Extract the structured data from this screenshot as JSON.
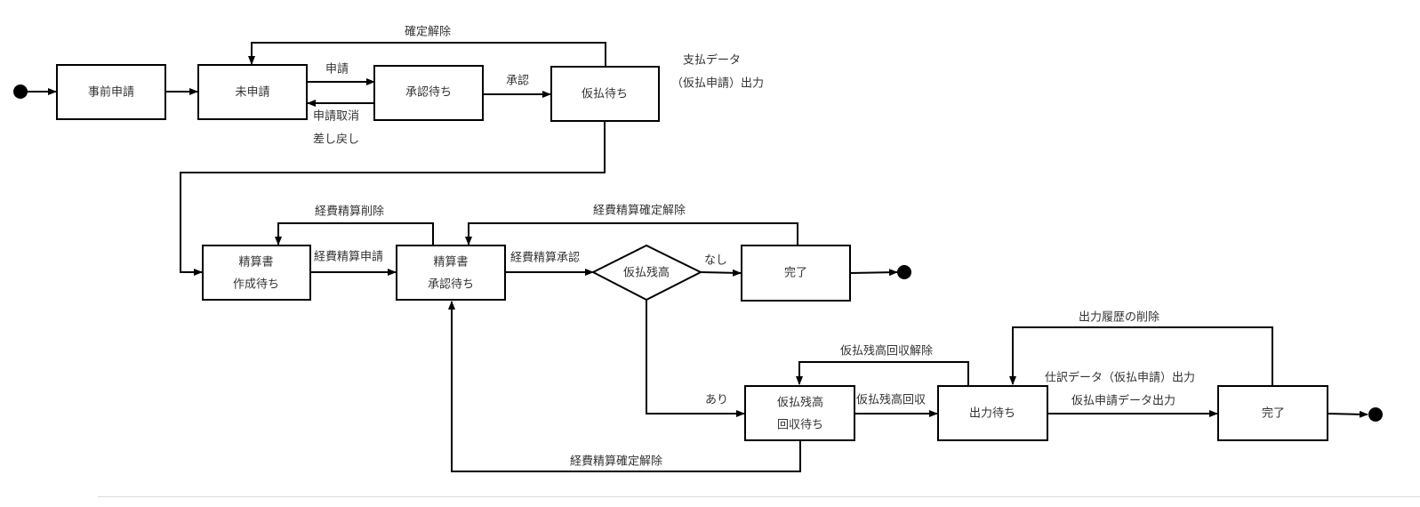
{
  "diagram": {
    "type": "state-transition-flow",
    "nodes": {
      "pre_application": "事前申請",
      "not_applied": "未申請",
      "awaiting_approval": "承認待ち",
      "awaiting_advance_payment": "仮払待ち",
      "settlement_awaiting_creation": [
        "精算書",
        "作成待ち"
      ],
      "settlement_awaiting_approval": [
        "精算書",
        "承認待ち"
      ],
      "advance_balance_decision": "仮払残高",
      "complete_1": "完了",
      "advance_balance_awaiting_recovery": [
        "仮払残高",
        "回収待ち"
      ],
      "awaiting_output": "出力待ち",
      "complete_2": "完了"
    },
    "edges": {
      "confirm_cancel": "確定解除",
      "apply": "申請",
      "apply_cancel": "申請取消",
      "send_back": "差し戻し",
      "approve": "承認",
      "payment_data_output": [
        "支払データ",
        "（仮払申請）出力"
      ],
      "expense_delete": "経費精算削除",
      "expense_apply": "経費精算申請",
      "expense_approve": "経費精算承認",
      "expense_confirm_cancel_top": "経費精算確定解除",
      "none": "なし",
      "exists": "あり",
      "balance_recovery_cancel": "仮払残高回収解除",
      "balance_recovery": "仮払残高回収",
      "output_history_delete": "出力履歴の削除",
      "journal_data_output": "仕訳データ（仮払申請）出力",
      "advance_application_data_output": "仮払申請データ出力",
      "expense_confirm_cancel_bottom": "経費精算確定解除"
    }
  }
}
